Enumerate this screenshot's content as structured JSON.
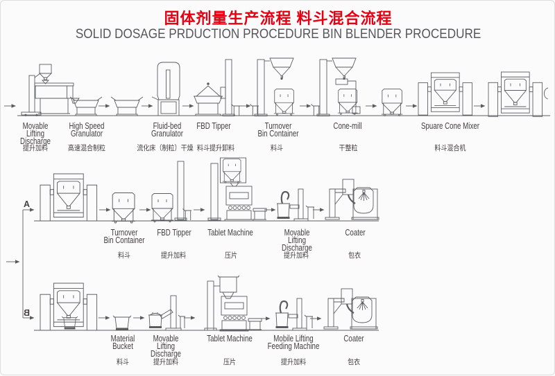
{
  "title": {
    "zh": "固体剂量生产流程 料斗混合流程",
    "en": "SOLID DOSAGE PRDUCTION PROCEDURE BIN BLENDER PROCEDURE"
  },
  "markers": {
    "a": "A",
    "b": "B"
  },
  "row1": {
    "items": [
      {
        "en": "Movable\nLifting\nDischarge",
        "zh": "提升加料"
      },
      {
        "en": "High Speed\nGranulator",
        "zh": "高速混合制粒"
      },
      {
        "en": "Fluid-bed\nGranulator",
        "zh": "流化床（制粒）干燥"
      },
      {
        "en": "FBD Tipper",
        "zh": "料斗提升卸料"
      },
      {
        "en": "Turnover\nBin Container",
        "zh": "料斗"
      },
      {
        "en": "Cone-mill",
        "zh": "干整粒"
      },
      {
        "en": "Spuare Cone Mixer",
        "zh": "料斗混合机"
      }
    ]
  },
  "row2": {
    "items": [
      {
        "en": "Turnover\nBin Container",
        "zh": "料斗"
      },
      {
        "en": "FBD Tipper",
        "zh": "提升加料"
      },
      {
        "en": "Tablet Machine",
        "zh": "压片"
      },
      {
        "en": "Movable\nLifting\nDischarge",
        "zh": "提升加料"
      },
      {
        "en": "Coater",
        "zh": "包衣"
      }
    ]
  },
  "row3": {
    "items": [
      {
        "en": "Material\nBucket",
        "zh": "料斗"
      },
      {
        "en": "Movable\nLifting\nDischarge",
        "zh": "提升加料"
      },
      {
        "en": "Tablet Machine",
        "zh": "压片"
      },
      {
        "en": "Mobile Lifting\nFeeding Machine",
        "zh": "提升加料"
      },
      {
        "en": "Coater",
        "zh": "包衣"
      }
    ]
  }
}
